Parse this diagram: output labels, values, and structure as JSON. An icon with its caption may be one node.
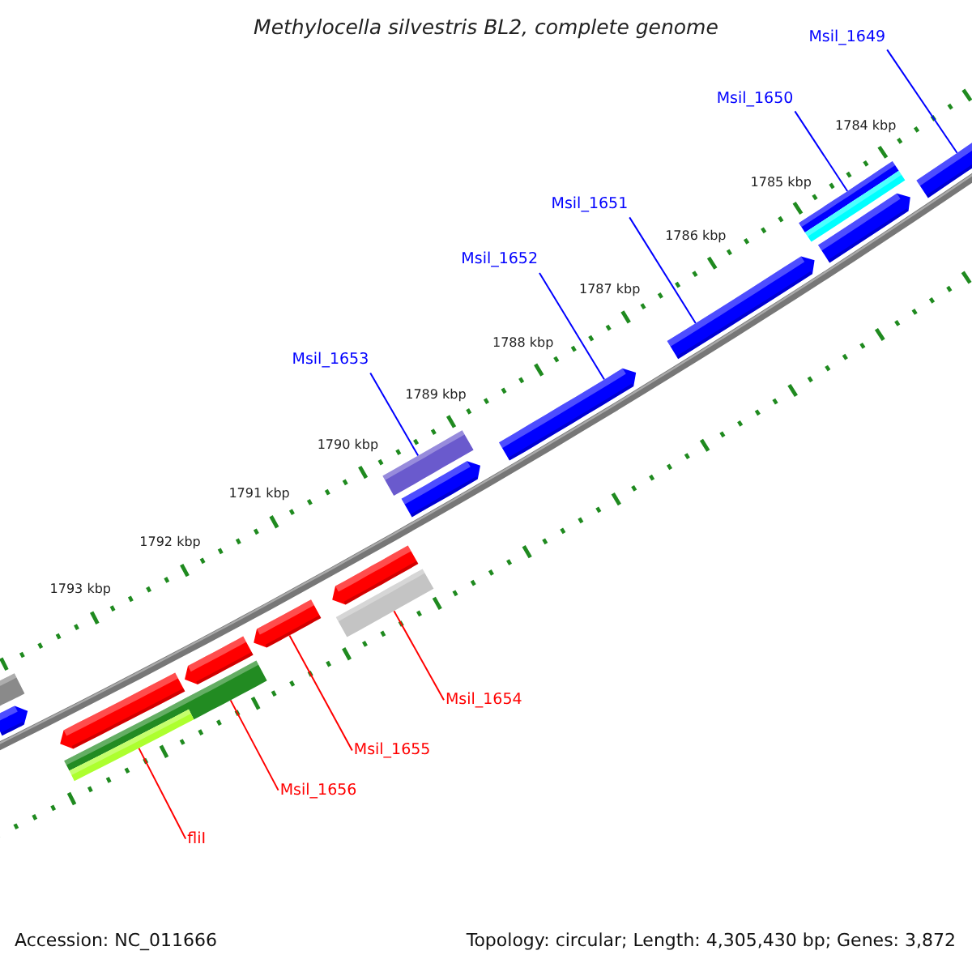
{
  "diagram": {
    "title": "Methylocella silvestris BL2, complete genome",
    "nodes": [
      {
        "text": [
          "Msil_1649"
        ]
      },
      {
        "text": [
          "Msil_1650"
        ]
      },
      {
        "text": [
          "Msil_1651"
        ]
      },
      {
        "text": [
          "Msil_1652"
        ]
      },
      {
        "text": [
          "Msil_1653"
        ]
      },
      {
        "text": [
          "Msil_1654"
        ]
      },
      {
        "text": [
          "Msil_1655"
        ]
      },
      {
        "text": [
          "Msil_1656"
        ]
      },
      {
        "text": [
          "fliI"
        ]
      },
      {
        "text": [],
        "shape": "bar"
      },
      {
        "text": [],
        "shape": "arrow"
      },
      {
        "text": [],
        "shape": "arrow"
      },
      {
        "text": [],
        "shape": "bar"
      },
      {
        "text": [],
        "shape": "bar"
      },
      {
        "text": [],
        "shape": "arrow"
      },
      {
        "text": [],
        "shape": "arrow"
      },
      {
        "text": [],
        "shape": "arrow"
      },
      {
        "text": [],
        "shape": "bar"
      },
      {
        "text": [],
        "shape": "bar"
      },
      {
        "text": [],
        "shape": "arrow"
      },
      {
        "text": [],
        "shape": "arrow"
      },
      {
        "text": [],
        "shape": "arrow"
      },
      {
        "text": [],
        "shape": "bar"
      },
      {
        "text": [],
        "shape": "bar"
      },
      {
        "text": [],
        "shape": "arrow"
      },
      {
        "text": [],
        "shape": "arrow"
      }
    ],
    "edges": [
      {
        "from": 0,
        "to": 25,
        "arrow": "none"
      },
      {
        "from": 1,
        "to": 22,
        "arrow": "none"
      },
      {
        "from": 2,
        "to": 21,
        "arrow": "none"
      },
      {
        "from": 3,
        "to": 20,
        "arrow": "none"
      },
      {
        "from": 4,
        "to": 18,
        "arrow": "none"
      },
      {
        "from": 5,
        "to": 17,
        "arrow": "none",
        "color": "#ff0000"
      },
      {
        "from": 6,
        "to": 15,
        "arrow": "none",
        "color": "#ff0000"
      },
      {
        "from": 7,
        "to": 12,
        "arrow": "none",
        "color": "#ff0000"
      },
      {
        "from": 8,
        "to": 13,
        "arrow": "none",
        "color": "#ff0000"
      }
    ],
    "labels": [
      "1784 kbp",
      "1785 kbp",
      "1786 kbp",
      "1787 kbp",
      "1788 kbp",
      "1789 kbp",
      "1790 kbp",
      "1791 kbp",
      "1792 kbp",
      "1793 kbp",
      "Accession: NC_011666",
      "Topology: circular; Length: 4,305,430 bp; Genes: 3,872"
    ]
  }
}
